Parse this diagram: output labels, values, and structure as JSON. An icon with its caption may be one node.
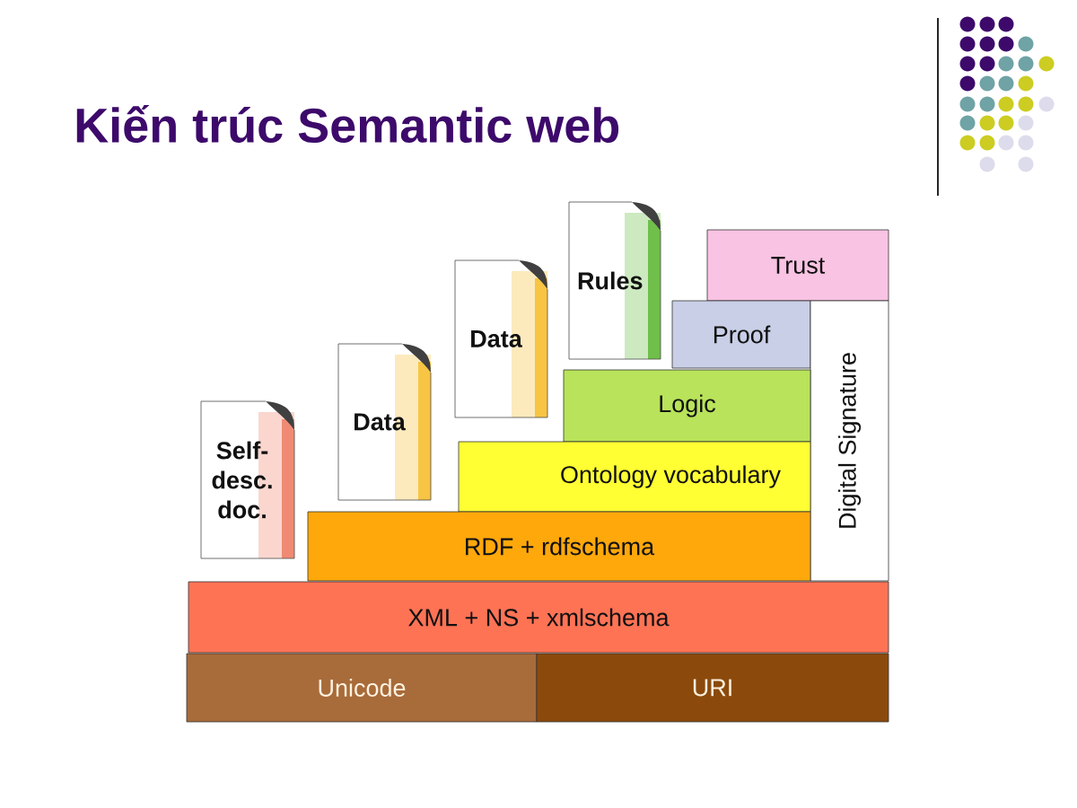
{
  "diagram": {
    "title": "Kiến trúc Semantic web",
    "nodes": [
      {
        "text": [
          "Self- desc. doc."
        ]
      },
      {
        "text": [
          "Data"
        ]
      },
      {
        "text": [
          "Data"
        ]
      },
      {
        "text": [
          "Rules"
        ]
      },
      {
        "text": [
          "Trust"
        ]
      },
      {
        "text": [
          "Proof"
        ]
      },
      {
        "text": [
          "Digital Signature"
        ]
      },
      {
        "text": [
          "Logic"
        ]
      },
      {
        "text": [
          "Ontology vocabulary"
        ]
      },
      {
        "text": [
          "RDF + rdfschema"
        ]
      },
      {
        "text": [
          "XML + NS + xmlschema"
        ]
      },
      {
        "text": [
          "Unicode"
        ]
      },
      {
        "text": [
          "URI"
        ]
      }
    ]
  }
}
